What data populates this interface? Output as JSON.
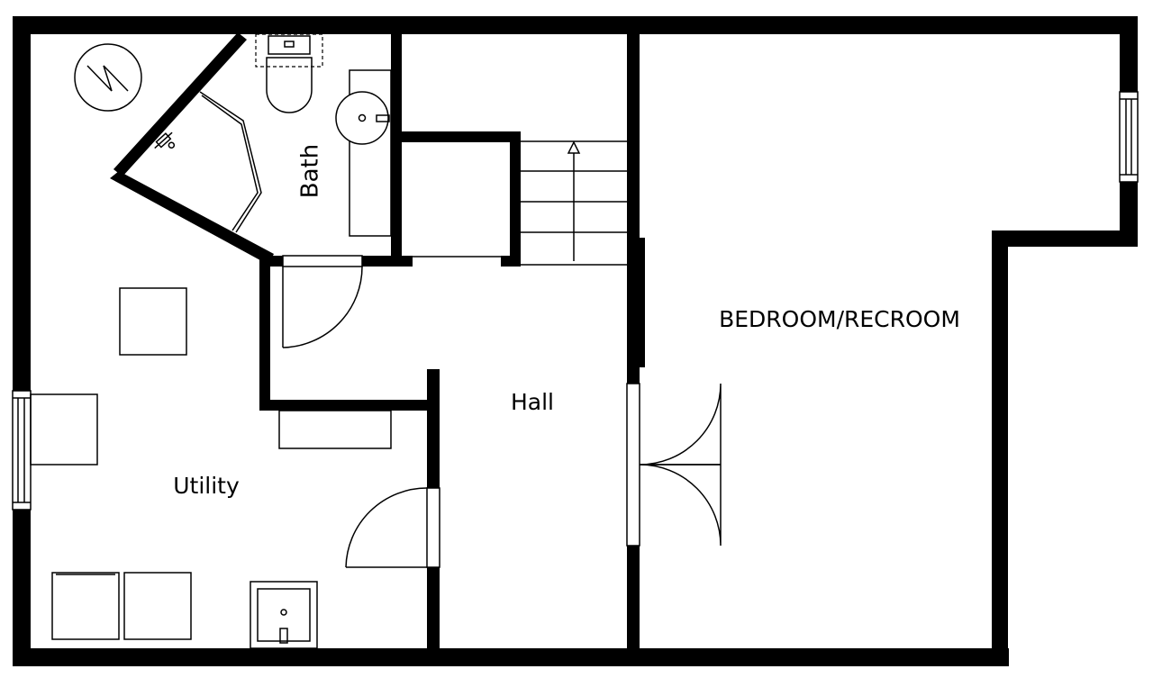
{
  "rooms": {
    "bath": "Bath",
    "hall": "Hall",
    "bedroom": "BEDROOM/RECROOM",
    "utility": "Utility"
  },
  "colors": {
    "wall": "#000000",
    "background": "#ffffff"
  },
  "icons": {
    "boiler": "lightning-circle-icon",
    "stairs_arrow": "arrow-up-icon"
  }
}
